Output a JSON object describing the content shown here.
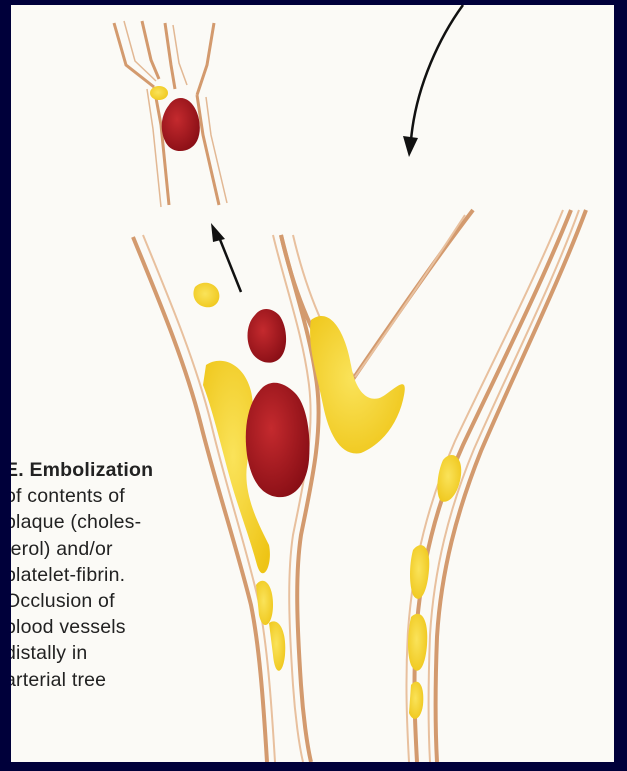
{
  "caption": {
    "lines": [
      "E. Embolization",
      "of contents of",
      "plaque (choles-",
      "terol) and/or",
      "platelet-fibrin.",
      "Occlusion of",
      "blood vessels",
      "distally in",
      "arterial tree"
    ]
  },
  "colors": {
    "border": "#00003a",
    "paper": "#fbfaf6",
    "vessel_wall": "#d8a47c",
    "plaque": "#f4d21e",
    "thrombus": "#a0141c",
    "arrow": "#111111"
  }
}
